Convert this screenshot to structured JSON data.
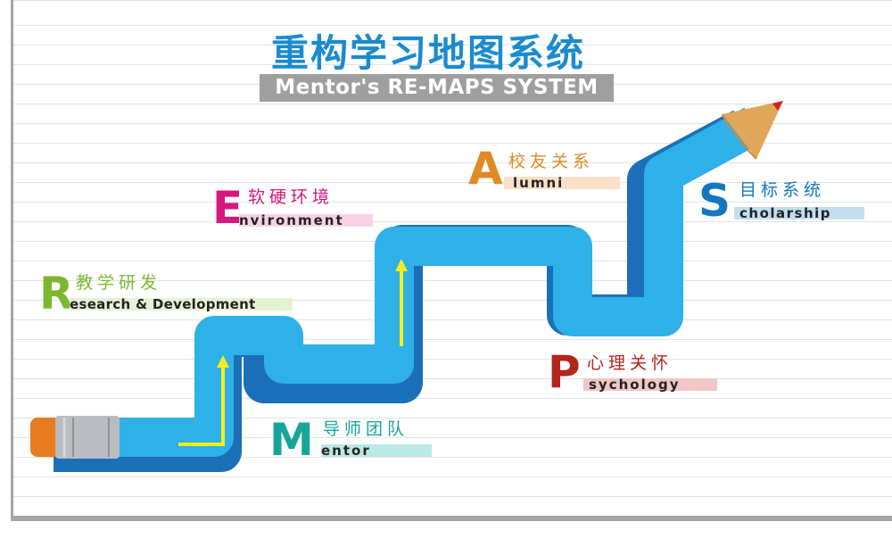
{
  "title": {
    "chinese": "重构学习地图系统",
    "english": "Mentor's RE-MAPS SYSTEM"
  },
  "stages": [
    {
      "id": "research",
      "letter": "R",
      "chinese": "教学研发",
      "english": "esearch & Development",
      "color": "#7cb82f"
    },
    {
      "id": "mentor",
      "letter": "M",
      "chinese": "导师团队",
      "english": "entor",
      "color": "#16a59b"
    },
    {
      "id": "environment",
      "letter": "E",
      "chinese": "软硬环境",
      "english": "nvironment",
      "color": "#d6177e"
    },
    {
      "id": "alumni",
      "letter": "A",
      "chinese": "校友关系",
      "english": "lumni",
      "color": "#e08a24"
    },
    {
      "id": "psychology",
      "letter": "P",
      "chinese": "心理关怀",
      "english": "sychology",
      "color": "#b3251f"
    },
    {
      "id": "scholarship",
      "letter": "S",
      "chinese": "目标系统",
      "english": "cholarship",
      "color": "#1478c0"
    }
  ],
  "pencil_colors": {
    "body": "#2eb0e8",
    "shadow": "#1b6fb8",
    "eraser": "#e77b1f",
    "ferrule": "#b9bcc0",
    "wood": "#e2a65a",
    "lead": "#d4211f",
    "arrow": "#f4ef1c"
  }
}
